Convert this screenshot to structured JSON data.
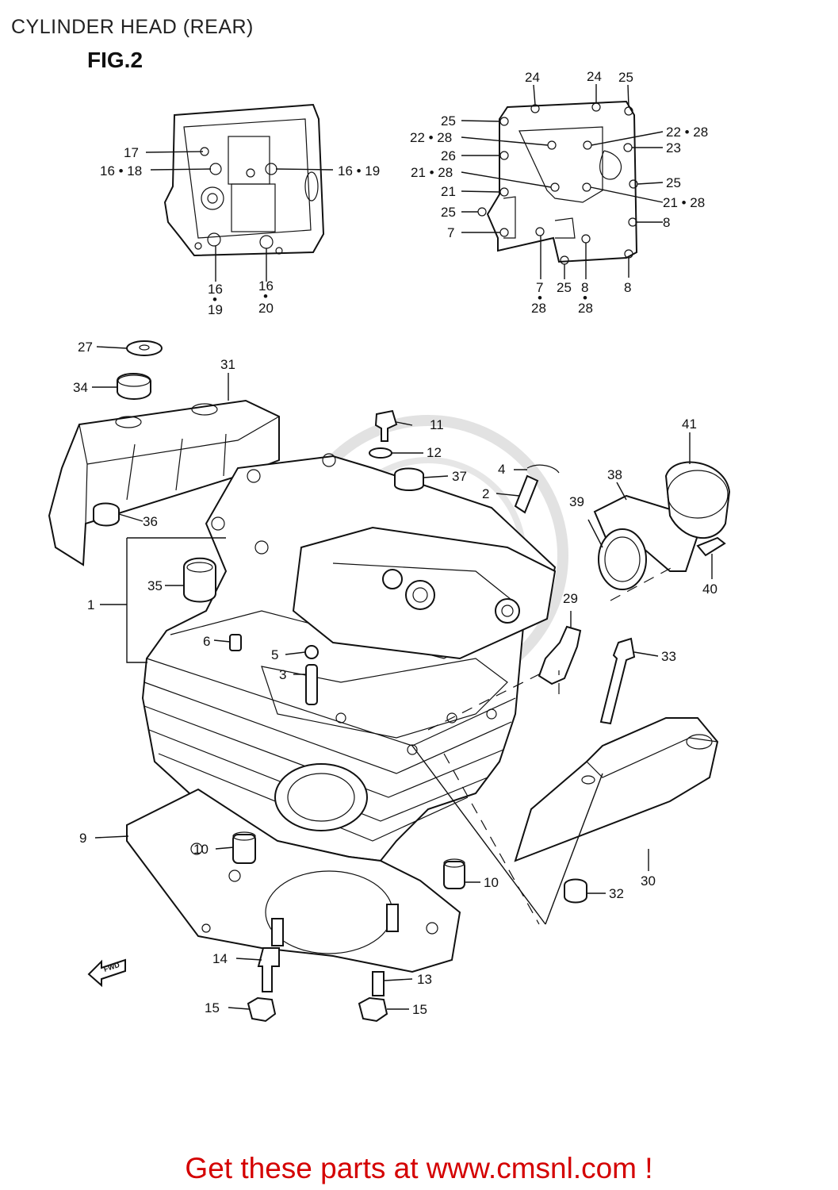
{
  "title": "CYLINDER HEAD (REAR)",
  "figure": "FIG.2",
  "footer": "Get these parts at www.cmsnl.com !",
  "fwd_label": "FWD",
  "colors": {
    "footer": "#d40000",
    "lines": "#111111",
    "watermark": "#d8d8d8"
  },
  "callouts": {
    "c17": "17",
    "c16_18": "16 • 18",
    "c16_19a": "16 • 19",
    "c16a": "16",
    "c19": "19",
    "c16b": "16",
    "c20": "20",
    "c24a": "24",
    "c24b": "24",
    "c25a": "25",
    "c25b": "25",
    "c22_28a": "22 • 28",
    "c22_28b": "22 • 28",
    "c26": "26",
    "c23": "23",
    "c21_28a": "21 • 28",
    "c25c": "25",
    "c21": "21",
    "c21_28b": "21 • 28",
    "c25d": "25",
    "c8a": "8",
    "c7a": "7",
    "c7b": "7",
    "c28a": "28",
    "c25e": "25",
    "c8b": "8",
    "c28b": "28",
    "c8c": "8",
    "c27": "27",
    "c31": "31",
    "c34": "34",
    "c11": "11",
    "c12": "12",
    "c37": "37",
    "c4": "4",
    "c2": "2",
    "c41": "41",
    "c38": "38",
    "c39": "39",
    "c36": "36",
    "c35": "35",
    "c1": "1",
    "c40": "40",
    "c29": "29",
    "c6": "6",
    "c5": "5",
    "c3": "3",
    "c33": "33",
    "c9": "9",
    "c10a": "10",
    "c10b": "10",
    "c30": "30",
    "c32": "32",
    "c14": "14",
    "c13": "13",
    "c15a": "15",
    "c15b": "15"
  }
}
